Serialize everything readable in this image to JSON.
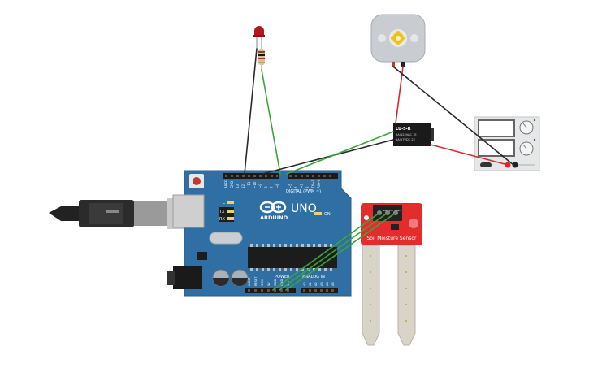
{
  "arduino": {
    "logo": "ARDUINO",
    "model": "UNO",
    "digital_label": "DIGITAL (PWM ~)",
    "power_label": "POWER",
    "analog_label": "ANALOG IN",
    "on_label": "ON",
    "l_label": "L",
    "tx_label": "TX",
    "rx_label": "RX",
    "top_pins": [
      "AREF",
      "GND",
      "13",
      "12",
      "~11",
      "~10",
      "~9",
      "8",
      "7",
      "~6",
      "~5",
      "4",
      "~3",
      "2",
      "TX→1",
      "RX←0"
    ],
    "power_pins": [
      "IOREF",
      "RESET",
      "3.3V",
      "5V",
      "GND",
      "GND",
      "Vin"
    ],
    "analog_pins": [
      "A0",
      "A1",
      "A2",
      "A3",
      "A4",
      "A5"
    ]
  },
  "relay": {
    "part": "LU-5-R",
    "line1": "5A/125VAC 1E",
    "line2": "5A/27VDC 2E"
  },
  "soil_sensor": {
    "title": "Soil Moisture Sensor",
    "pins": [
      "SIG",
      "VCC",
      "GND"
    ]
  },
  "colors": {
    "board": "#2f6fa4",
    "wire_green": "#3aa63a",
    "wire_red": "#d42a2a",
    "wire_black": "#2a2a2a",
    "sensor_red": "#e32d2d",
    "led": "#b3171e"
  }
}
